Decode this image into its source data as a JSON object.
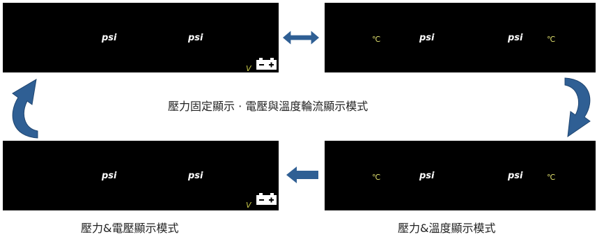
{
  "colors": {
    "panel_bg": "#000000",
    "unit_text": "#ffffff",
    "temp_text": "#d8d86a",
    "volt_text": "#c9c94a",
    "arrow_fill": "#2f5f94",
    "arrow_fill_light": "#3a6fb0",
    "caption_text": "#222222"
  },
  "panels": {
    "top_left": {
      "unit1": "psi",
      "unit2": "psi",
      "volt": "V",
      "battery_icon": "battery-icon"
    },
    "top_right": {
      "temp1": "℃",
      "unit1": "psi",
      "unit2": "psi",
      "temp2": "℃"
    },
    "bottom_left": {
      "unit1": "psi",
      "unit2": "psi",
      "volt": "V",
      "battery_icon": "battery-icon"
    },
    "bottom_right": {
      "temp1": "℃",
      "unit1": "psi",
      "unit2": "psi",
      "temp2": "℃"
    }
  },
  "captions": {
    "center": "壓力固定顯示 · 電壓與溫度輪流顯示模式",
    "bottom_left": "壓力&電壓顯示模式",
    "bottom_right": "壓力&溫度顯示模式"
  },
  "arrows": {
    "top_middle": "double-arrow-horizontal",
    "bottom_middle": "arrow-left",
    "left_side": "curved-arrow",
    "right_side": "curved-arrow"
  }
}
